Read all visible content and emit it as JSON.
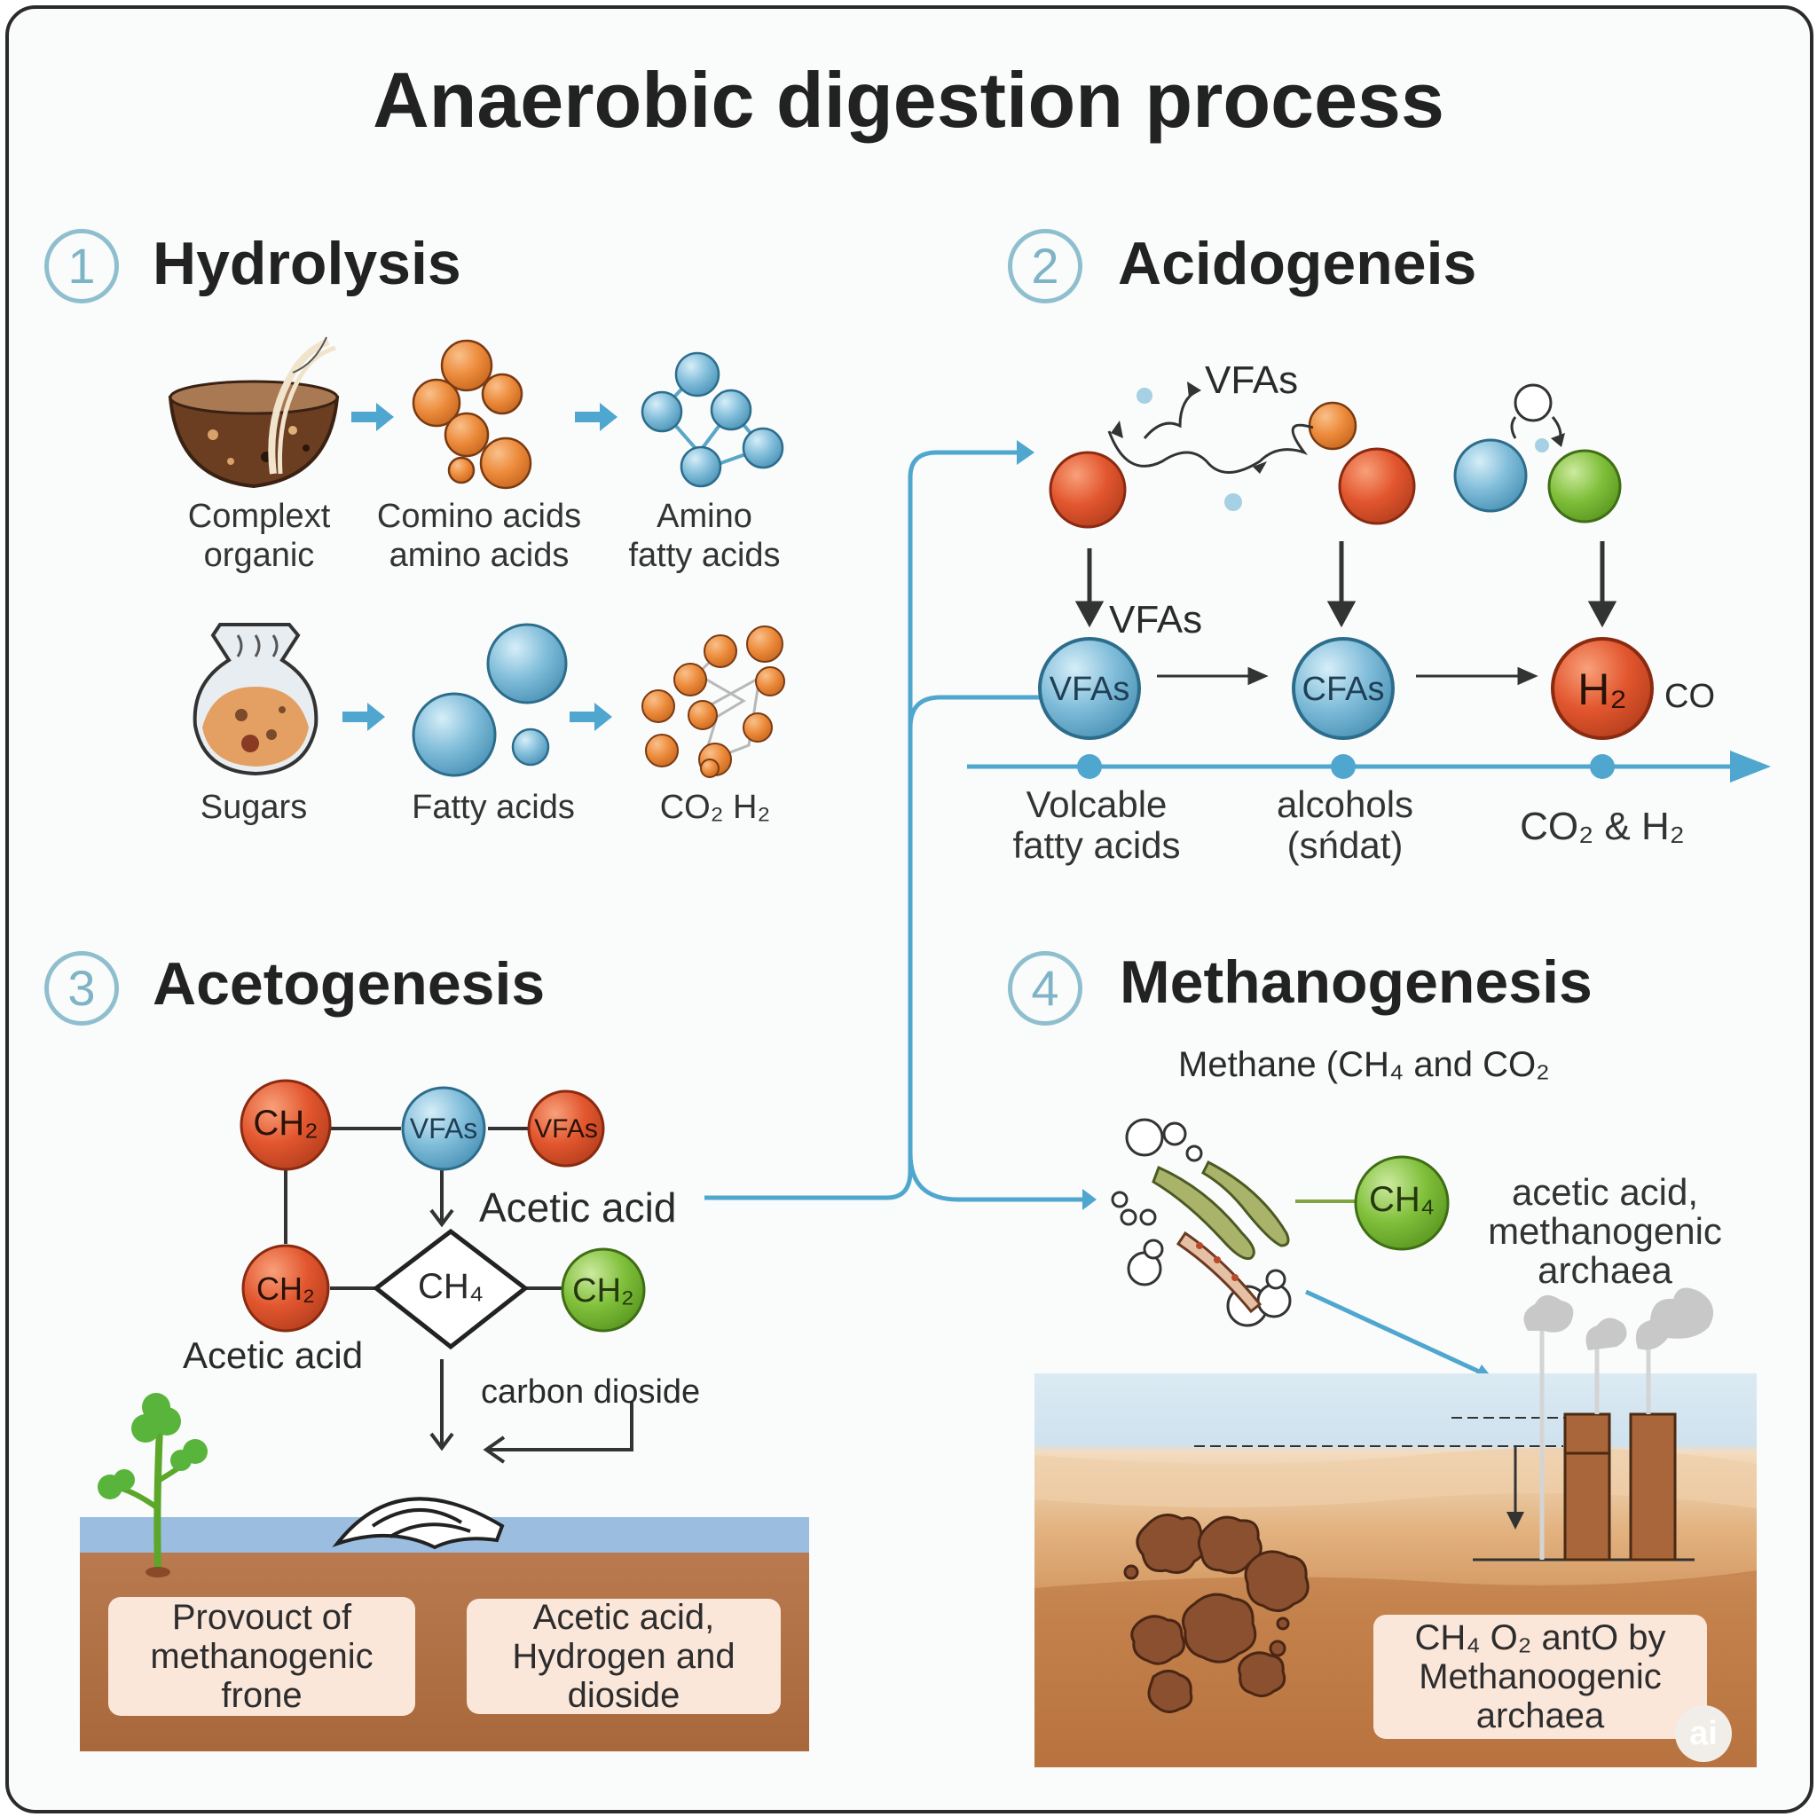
{
  "title": "Anaerobic digestion process",
  "sections": {
    "hydrolysis": {
      "number": "1",
      "title": "Hydrolysis",
      "labels": {
        "complex": "Complext\norganic",
        "comino": "Comino acids\namino acids",
        "amino_fatty": "Amino\nfatty acids",
        "sugars": "Sugars",
        "fatty_acids": "Fatty acids",
        "co2_h2": "CO₂ H₂"
      }
    },
    "acidogenesis": {
      "number": "2",
      "title": "Acidogeneis",
      "top_label": "VFAs",
      "arrow_label": "VFAs",
      "node_vfa": "VFAs",
      "node_cfa": "CFAs",
      "node_h2": "H₂",
      "co": "CO",
      "labels": {
        "volcable": "Volcable\nfatty acids",
        "alcohols": "alcohols\n(sńdat)",
        "co2h2": "CO₂ & H₂"
      }
    },
    "acetogenesis": {
      "number": "3",
      "title": "Acetogenesis",
      "nodes": {
        "ch2_top": "CH₂",
        "vfas_mid": "VFAs",
        "vfas_right": "VFAs",
        "ch2_left": "CH₂",
        "ch4": "CH₄",
        "ch2_green": "CH₂"
      },
      "acetic_right": "Acetic acid",
      "acetic_left": "Acetic acid",
      "carbon": "carbon dioside",
      "box_left": "Provouct of\nmethanogenic\nfrone",
      "box_right": "Acetic acid,\nHydrogen and\ndioside"
    },
    "methanogenesis": {
      "number": "4",
      "title": "Methanogenesis",
      "subtitle": "Methane (CH₄ and CO₂",
      "ch4_node": "CH₄",
      "side_label": "acetic acid,\nmethanogenic\narchaea",
      "box": "CH₄ O₂ antO by\nMethanoogenic\narchaea"
    }
  },
  "watermark": "ai",
  "colors": {
    "orange": "#e2562e",
    "orange_light": "#ec8a3a",
    "blue": "#79b8d6",
    "green": "#7fbf3a",
    "arrow_blue": "#4fa7cf",
    "soil": "#b7774a",
    "water": "#a9c8e4"
  }
}
